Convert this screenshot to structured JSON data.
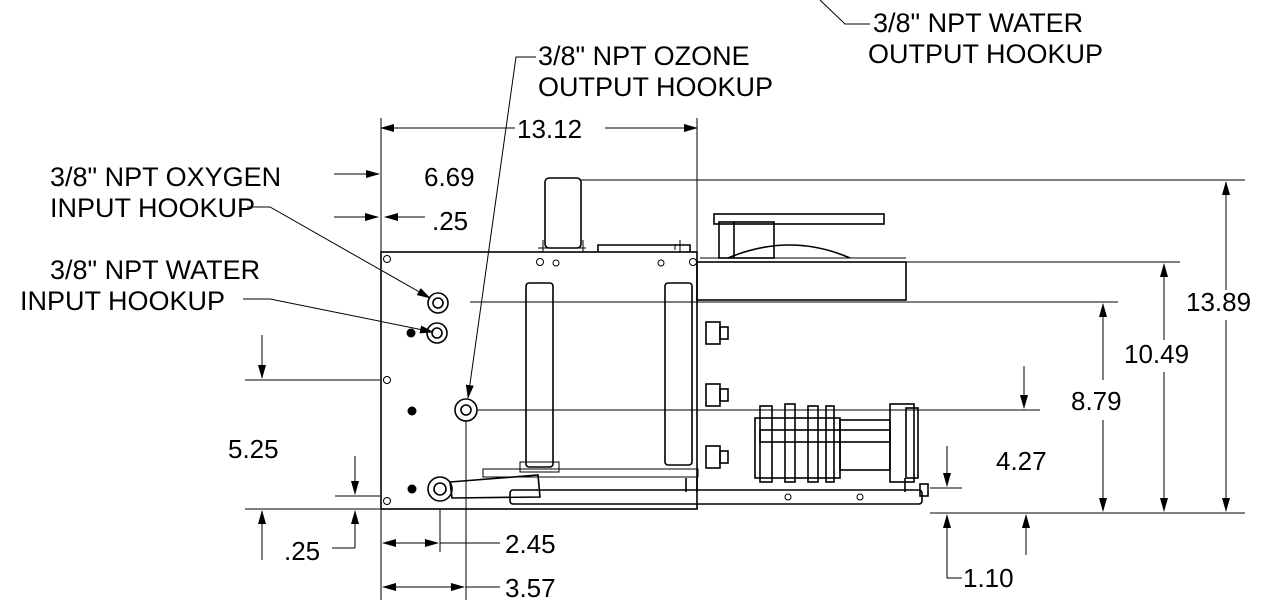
{
  "callouts": {
    "water_output": [
      "3/8\" NPT WATER",
      "OUTPUT HOOKUP"
    ],
    "ozone_output": [
      "3/8\" NPT OZONE",
      "OUTPUT HOOKUP"
    ],
    "oxygen_input": [
      "3/8\" NPT OXYGEN",
      "INPUT HOOKUP"
    ],
    "water_input": [
      "3/8\" NPT WATER",
      "INPUT HOOKUP"
    ]
  },
  "dimensions": {
    "overall_width": "13.12",
    "d_6_69": "6.69",
    "d_0_25_top": ".25",
    "d_13_89": "13.89",
    "d_10_49": "10.49",
    "d_8_79": "8.79",
    "d_4_27": "4.27",
    "d_5_25": "5.25",
    "d_0_25_bottom": ".25",
    "d_2_45": "2.45",
    "d_3_57": "3.57",
    "d_1_10": "1.10"
  },
  "arrow_markers": "arrowheads"
}
